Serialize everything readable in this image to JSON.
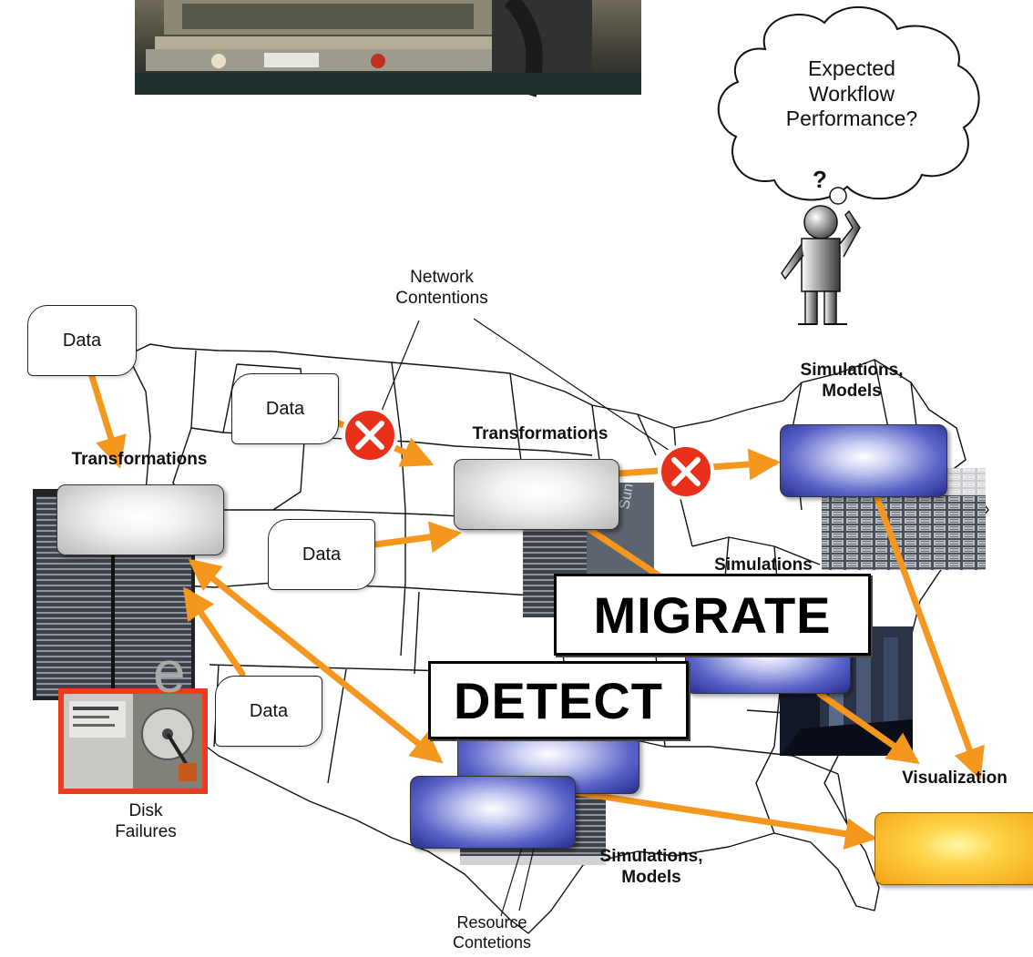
{
  "thought": {
    "line1": "Expected",
    "line2": "Workflow",
    "line3": "Performance?"
  },
  "question_mark": "?",
  "annotations": {
    "network_line1": "Network",
    "network_line2": "Contentions",
    "resource_line1": "Resource",
    "resource_line2": "Contetions",
    "disk_line1": "Disk",
    "disk_line2": "Failures"
  },
  "data_boxes": {
    "d1": "Data",
    "d2": "Data",
    "d3": "Data",
    "d4": "Data"
  },
  "node_labels": {
    "transformations_left": "Transformations",
    "transformations_center": "Transformations",
    "sim_top_line1": "Simulations,",
    "sim_top_line2": "Models",
    "sim_mid": "Simulations",
    "sim_bottom_line1": "Simulations,",
    "sim_bottom_line2": "Models",
    "visualization": "Visualization"
  },
  "actions": {
    "migrate": "MIGRATE",
    "detect": "DETECT"
  },
  "partial_text": "e",
  "colors": {
    "arrow": "#f5961e",
    "failure": "#e8301a",
    "disk_border": "#f03a1c",
    "node_blue": "#3a44b0",
    "node_gold": "#f8b820"
  }
}
